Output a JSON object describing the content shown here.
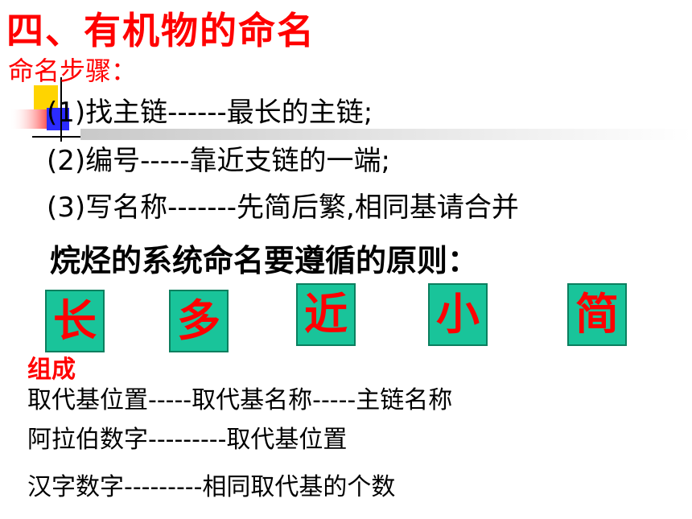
{
  "title": "四、有机物的命名",
  "subtitle": "命名步骤：",
  "steps": [
    "(1)找主链------最长的主链;",
    "(2)编号-----靠近支链的一端;",
    "(3)写名称-------先简后繁,相同基请合并"
  ],
  "principle_heading": "烷烃的系统命名要遵循的原则：",
  "principles": [
    "长",
    "多",
    "近",
    "小",
    "简"
  ],
  "composition_label": "组成",
  "relations": [
    "取代基位置-----取代基名称-----主链名称",
    "阿拉伯数字---------取代基位置",
    "汉字数字---------相同取代基的个数"
  ],
  "colors": {
    "accent_red": "#ff0000",
    "box_fill": "#19c49a",
    "box_border": "#0b7f5f"
  }
}
